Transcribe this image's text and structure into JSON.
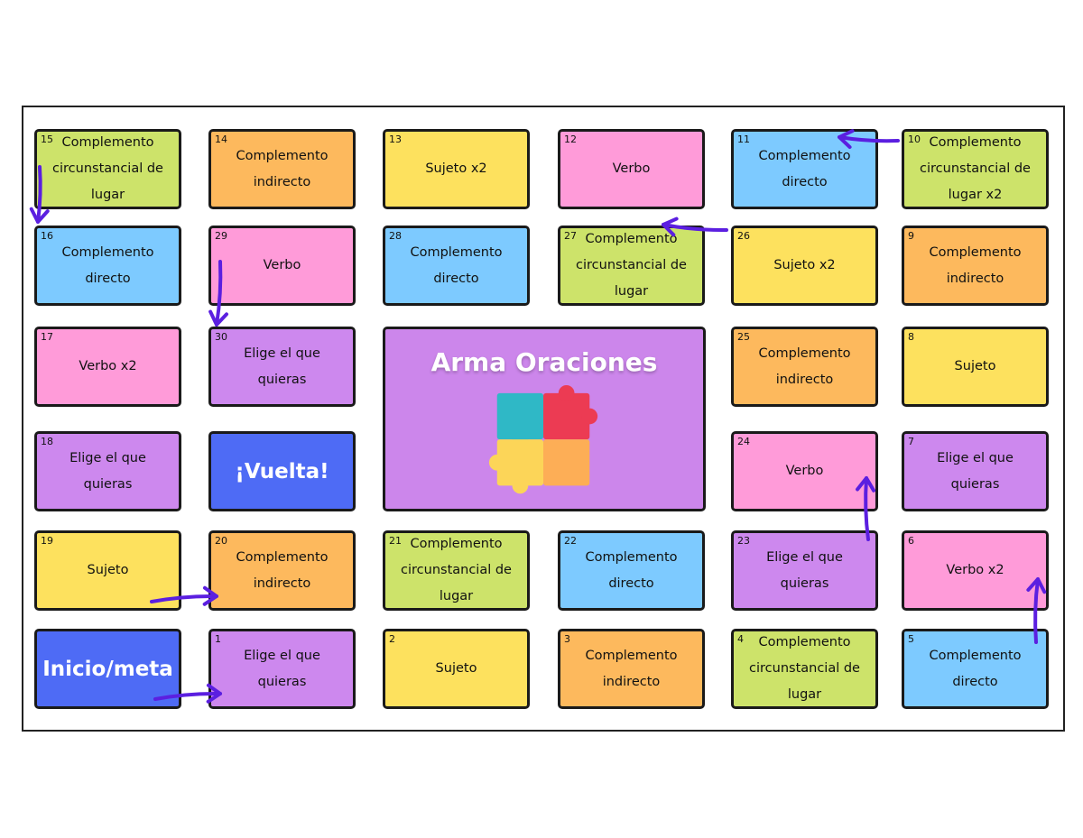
{
  "game": {
    "title": "Arma Oraciones",
    "accent": "#5b1fe0"
  },
  "colors": {
    "green": "#cde36a",
    "orange": "#fdb95d",
    "yellow": "#fde15e",
    "pink": "#ff9bd9",
    "blue": "#7dcaff",
    "purple": "#cd88ee",
    "royal": "#4e6bf5",
    "center": "#cc86eb"
  },
  "tiles": [
    {
      "num": "15",
      "label": "Complemento circunstancial de lugar",
      "color": "green"
    },
    {
      "num": "14",
      "label": "Complemento indirecto",
      "color": "orange"
    },
    {
      "num": "13",
      "label": "Sujeto x2",
      "color": "yellow"
    },
    {
      "num": "12",
      "label": "Verbo",
      "color": "pink"
    },
    {
      "num": "11",
      "label": "Complemento directo",
      "color": "blue"
    },
    {
      "num": "10",
      "label": "Complemento circunstancial de lugar x2",
      "color": "green"
    },
    {
      "num": "16",
      "label": "Complemento directo",
      "color": "blue"
    },
    {
      "num": "29",
      "label": "Verbo",
      "color": "pink"
    },
    {
      "num": "28",
      "label": "Complemento directo",
      "color": "blue"
    },
    {
      "num": "27",
      "label": "Complemento circunstancial de lugar",
      "color": "green"
    },
    {
      "num": "26",
      "label": "Sujeto x2",
      "color": "yellow"
    },
    {
      "num": "9",
      "label": "Complemento indirecto",
      "color": "orange"
    },
    {
      "num": "17",
      "label": "Verbo x2",
      "color": "pink"
    },
    {
      "num": "30",
      "label": "Elige el que quieras",
      "color": "purple"
    },
    {
      "num": "25",
      "label": "Complemento indirecto",
      "color": "orange"
    },
    {
      "num": "8",
      "label": "Sujeto",
      "color": "yellow"
    },
    {
      "num": "18",
      "label": "Elige el que quieras",
      "color": "purple"
    },
    {
      "num": "",
      "label": "¡Vuelta!",
      "color": "royal",
      "big": true
    },
    {
      "num": "24",
      "label": "Verbo",
      "color": "pink"
    },
    {
      "num": "7",
      "label": "Elige el que quieras",
      "color": "purple"
    },
    {
      "num": "19",
      "label": "Sujeto",
      "color": "yellow"
    },
    {
      "num": "20",
      "label": "Complemento indirecto",
      "color": "orange"
    },
    {
      "num": "21",
      "label": "Complemento circunstancial de lugar",
      "color": "green"
    },
    {
      "num": "22",
      "label": "Complemento directo",
      "color": "blue"
    },
    {
      "num": "23",
      "label": "Elige el que quieras",
      "color": "purple"
    },
    {
      "num": "6",
      "label": "Verbo x2",
      "color": "pink"
    },
    {
      "num": "",
      "label": "Inicio/meta",
      "color": "royal",
      "big": true
    },
    {
      "num": "1",
      "label": "Elige el que quieras",
      "color": "purple"
    },
    {
      "num": "2",
      "label": "Sujeto",
      "color": "yellow"
    },
    {
      "num": "3",
      "label": "Complemento indirecto",
      "color": "orange"
    },
    {
      "num": "4",
      "label": "Complemento circunstancial de lugar",
      "color": "green"
    },
    {
      "num": "5",
      "label": "Complemento directo",
      "color": "blue"
    }
  ],
  "puzzle_colors": [
    "#2fb8c6",
    "#ec3b53",
    "#fcd558",
    "#fdae56"
  ]
}
